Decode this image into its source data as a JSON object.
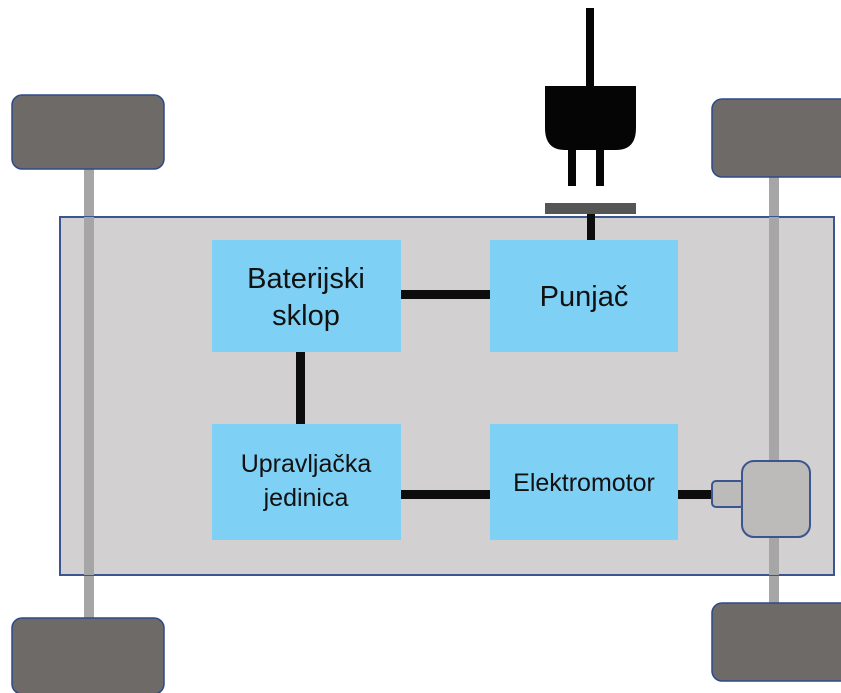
{
  "colors": {
    "background": "#ffffff",
    "chassis_fill": "#d3d0d1",
    "chassis_stroke": "#3b5590",
    "block_fill": "#7fd0f5",
    "wheel_fill": "#6d6a68",
    "axle": "#a6a6a6",
    "connector": "#0d0d0d",
    "motor_fill": "#bdbbba",
    "motor_stroke": "#3b5590",
    "socket": "#555555",
    "plug": "#050505"
  },
  "blocks": {
    "battery": {
      "line1": "Baterijski",
      "line2": "sklop"
    },
    "charger": {
      "label": "Punjač"
    },
    "control": {
      "line1": "Upravljačka",
      "line2": "jedinica"
    },
    "motor": {
      "label": "Elektromotor"
    }
  }
}
